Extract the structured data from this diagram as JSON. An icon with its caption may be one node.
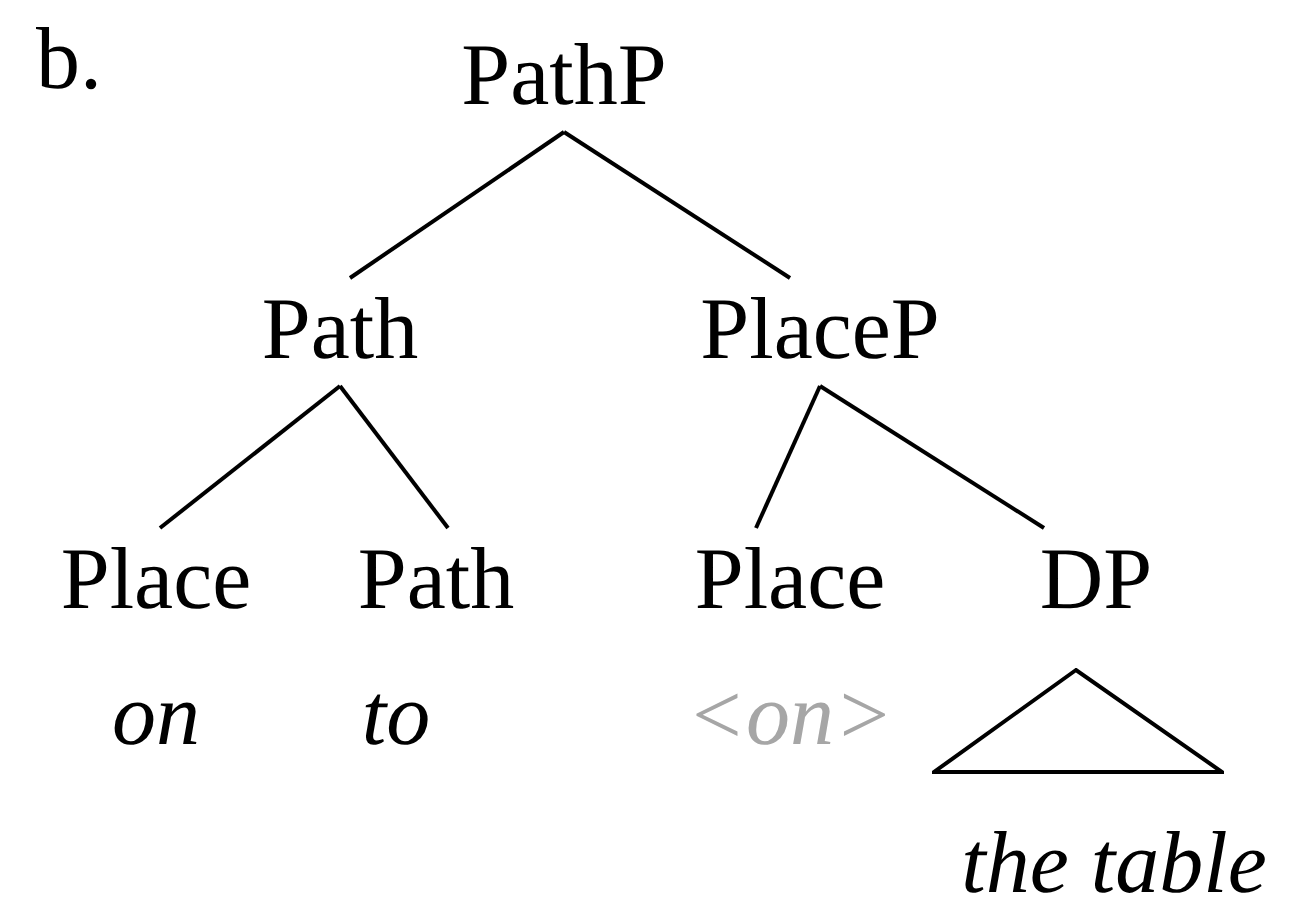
{
  "diagram": {
    "nodes": [
      {
        "text": [
          "PathP"
        ]
      },
      {
        "text": [
          "Path"
        ]
      },
      {
        "text": [
          "PlaceP"
        ]
      },
      {
        "text": [
          "Place"
        ],
        "beside": [
          "on"
        ]
      },
      {
        "text": [
          "Path"
        ],
        "beside": [
          "to"
        ]
      },
      {
        "text": [
          "Place"
        ],
        "beside": [
          "<on>"
        ]
      },
      {
        "text": [
          "DP"
        ]
      },
      {
        "text": [],
        "shape": "triangle",
        "beside": [
          "the table"
        ]
      }
    ],
    "edges": [
      {
        "from": 0,
        "to": 1,
        "arrow": "none"
      },
      {
        "from": 0,
        "to": 2,
        "arrow": "none"
      },
      {
        "from": 1,
        "to": 3,
        "arrow": "none"
      },
      {
        "from": 1,
        "to": 4,
        "arrow": "none"
      },
      {
        "from": 2,
        "to": 5,
        "arrow": "none"
      },
      {
        "from": 2,
        "to": 6,
        "arrow": "none"
      }
    ],
    "labels": [
      "b."
    ]
  }
}
